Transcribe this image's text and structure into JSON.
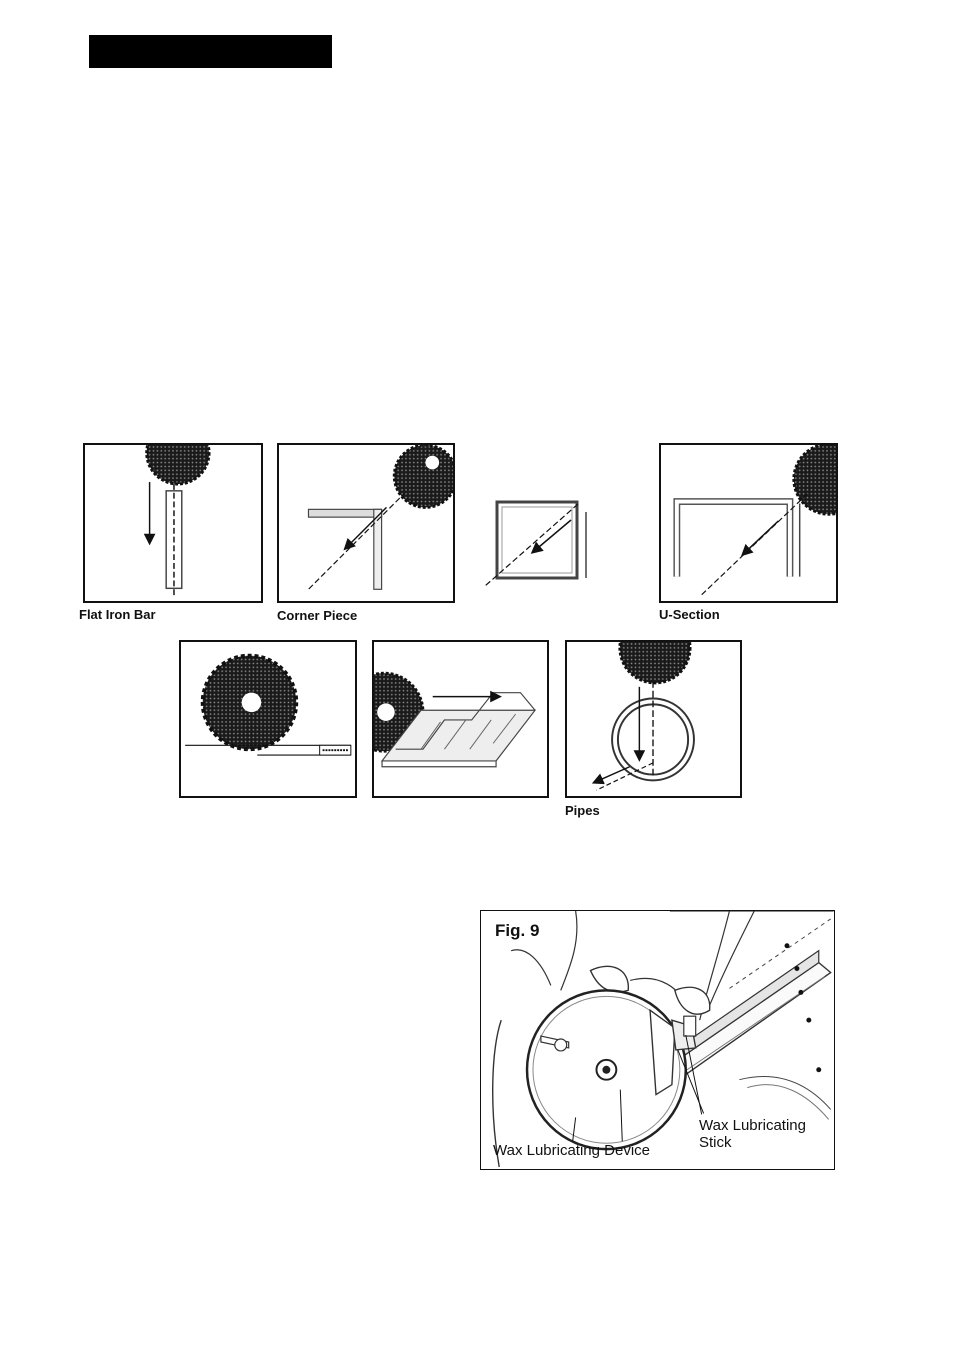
{
  "captions": {
    "flat_iron_bar": "Flat Iron Bar",
    "corner_piece": "Corner Piece",
    "u_section": "U-Section",
    "pipes": "Pipes"
  },
  "figure9": {
    "label": "Fig. 9",
    "wax_device": "Wax Lubricating Device",
    "wax_stick_line1": "Wax Lubricating",
    "wax_stick_line2": "Stick"
  },
  "icons": {
    "blade": "saw-blade-icon",
    "arrow": "cut-direction-arrow-icon"
  }
}
